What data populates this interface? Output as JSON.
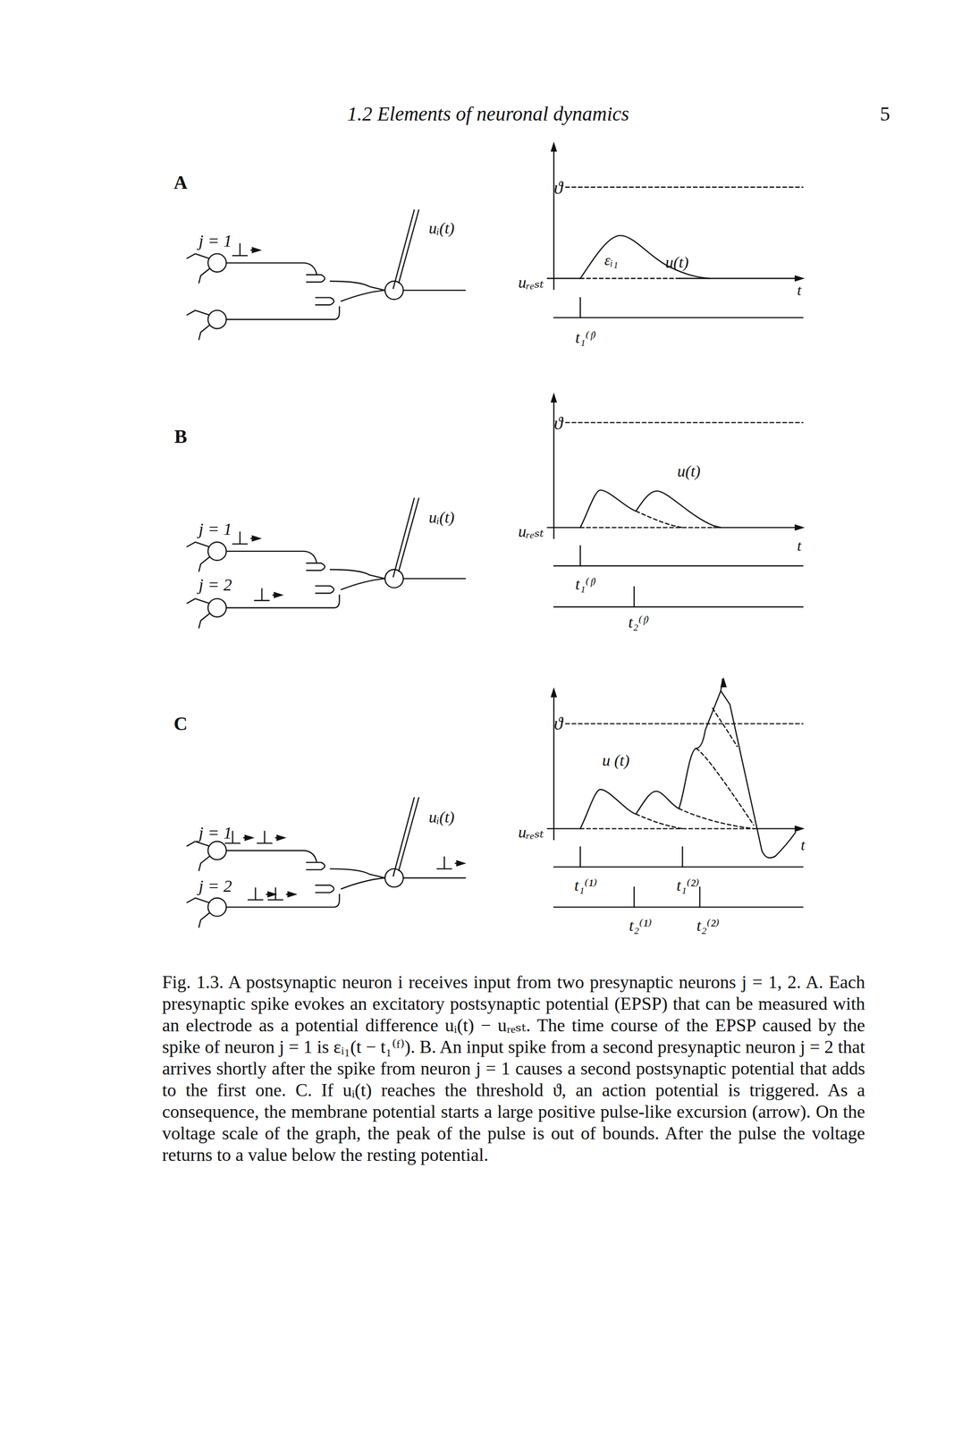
{
  "diagram": {
    "caption": "Fig. 1.3. A postsynaptic neuron i receives input from two presynaptic neurons j = 1, 2. A. Each presynaptic spike evokes an excitatory postsynaptic potential (EPSP) that can be measured with an electrode as a potential difference uᵢ(t) − uᵣₑₛₜ. The time course of the EPSP caused by the spike of neuron j = 1 is εᵢ₁(t − t₁⁽ᶠ⁾). B. An input spike from a second presynaptic neuron j = 2 that arrives shortly after the spike from neuron j = 1 causes a second postsynaptic potential that adds to the first one. C. If uᵢ(t) reaches the threshold ϑ, an action potential is triggered. As a consequence, the membrane potential starts a large positive pulse-like excursion (arrow). On the voltage scale of the graph, the peak of the pulse is out of bounds. After the pulse the voltage returns to a value below the resting potential.",
    "labels": [
      "1.2 Elements of neuronal dynamics",
      "5",
      "A",
      "j = 1",
      "uᵢ(t)",
      "ϑ",
      "εᵢ₁",
      "u(t)",
      "uᵣₑₛₜ",
      "t",
      "t₁⁽ᶠ⁾",
      "B",
      "j = 1",
      "j = 2",
      "uᵢ(t)",
      "ϑ",
      "u(t)",
      "uᵣₑₛₜ",
      "t",
      "t₁⁽ᶠ⁾",
      "t₂⁽ᶠ⁾",
      "C",
      "j = 1",
      "j = 2",
      "uᵢ(t)",
      "ϑ",
      "u (t)",
      "uᵣₑₛₜ",
      "t",
      "t₁⁽¹⁾",
      "t₁⁽²⁾",
      "t₂⁽¹⁾",
      "t₂⁽²⁾"
    ]
  }
}
